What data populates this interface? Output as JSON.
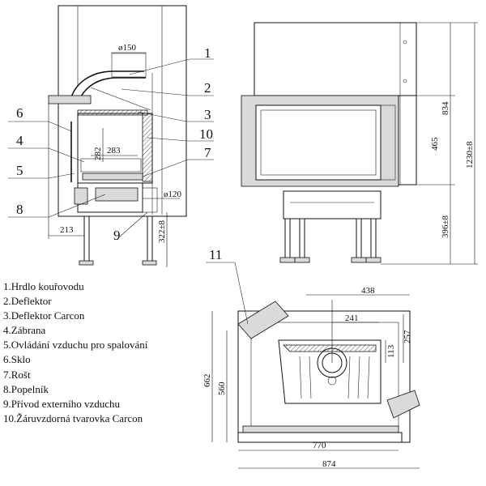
{
  "diagram": {
    "front_view": {
      "dims": {
        "flue": "ø150",
        "depth_282": "282",
        "width_283": "283",
        "air_inlet": "ø120",
        "offset_213": "213",
        "height_322": "322±8"
      },
      "callouts": [
        "1",
        "2",
        "3",
        "10",
        "7",
        "9",
        "6",
        "4",
        "5",
        "8"
      ]
    },
    "side_view": {
      "dims": {
        "h834": "834",
        "h465": "465",
        "h1230": "1230±8",
        "h396": "396±8"
      }
    },
    "plan_view": {
      "callout": "11",
      "dims": {
        "w438": "438",
        "w241": "241",
        "d257": "257",
        "d113": "113",
        "h662": "662",
        "h560": "560",
        "w770": "770",
        "w874": "874"
      }
    }
  },
  "legend": [
    "1.Hrdlo kouřovodu",
    "2.Deflektor",
    "3.Deflektor Carcon",
    "4.Zábrana",
    "5.Ovládání vzduchu pro spalování",
    "6.Sklo",
    "7.Rošt",
    "8.Popelník",
    "9.Přívod externího vzduchu",
    "10.Žáruvzdorná tvarovka Carcon"
  ]
}
